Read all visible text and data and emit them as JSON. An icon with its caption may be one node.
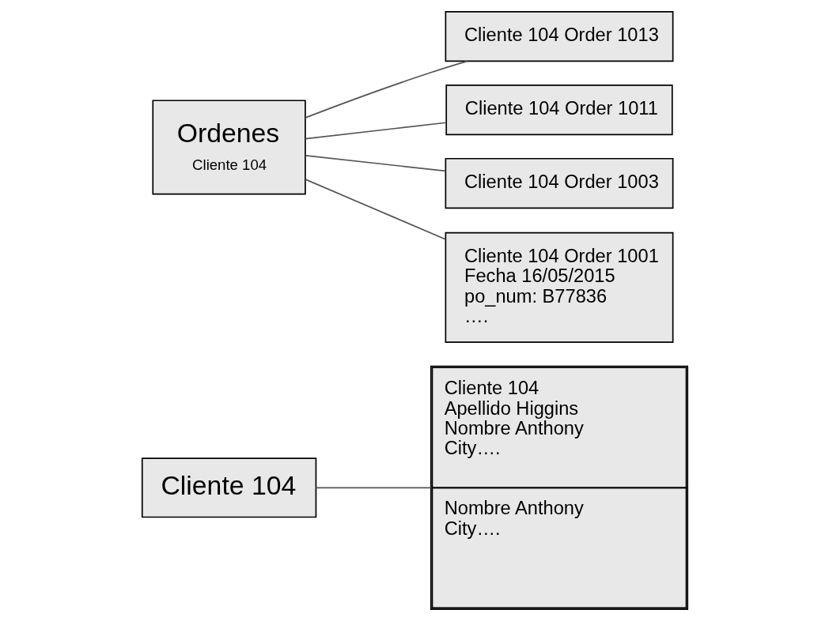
{
  "diagram": {
    "nodes": [
      {
        "text": [
          "Cliente 104"
        ]
      },
      {
        "text": [
          "Cliente 104 Apellido Higgins Nombre Anthony City….",
          "Nombre Anthony City…."
        ]
      },
      {
        "text": [
          "Ordenes",
          "Cliente 104"
        ]
      },
      {
        "text": [
          "Cliente 104 Order 1013"
        ]
      },
      {
        "text": [
          "Cliente 104 Order 1011"
        ]
      },
      {
        "text": [
          "Cliente 104 Order 1003"
        ]
      },
      {
        "text": [
          "Cliente 104 Order 1001",
          "Fecha 16/05/2015",
          "po_num: B77836",
          "…."
        ]
      }
    ],
    "edges": [
      {
        "from": 0,
        "to": 1,
        "arrow": "none"
      },
      {
        "from": 2,
        "to": 3,
        "arrow": "none"
      },
      {
        "from": 2,
        "to": 4,
        "arrow": "none"
      },
      {
        "from": 2,
        "to": 5,
        "arrow": "none"
      },
      {
        "from": 2,
        "to": 6,
        "arrow": "none"
      }
    ]
  }
}
